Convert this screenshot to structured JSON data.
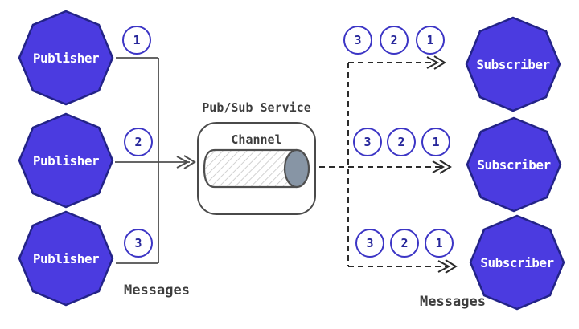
{
  "service": {
    "title": "Pub/Sub Service",
    "channel_label": "Channel"
  },
  "publishers": [
    {
      "label": "Publisher",
      "message_number": "1"
    },
    {
      "label": "Publisher",
      "message_number": "2"
    },
    {
      "label": "Publisher",
      "message_number": "3"
    }
  ],
  "subscribers": [
    {
      "label": "Subscriber",
      "message_numbers": [
        "3",
        "2",
        "1"
      ]
    },
    {
      "label": "Subscriber",
      "message_numbers": [
        "3",
        "2",
        "1"
      ]
    },
    {
      "label": "Subscriber",
      "message_numbers": [
        "3",
        "2",
        "1"
      ]
    }
  ],
  "labels": {
    "messages_left": "Messages",
    "messages_right": "Messages"
  },
  "colors": {
    "node_fill": "#4b3be0",
    "node_stroke": "#232387",
    "circle_stroke": "#3c35c5",
    "number_text": "#27279b",
    "solid_line": "#4f4f4f",
    "dashed_line": "#2b2b2b",
    "label_text": "#3d3d3d",
    "cylinder_cap": "#8795a5",
    "service_border": "#4a4a4a"
  }
}
